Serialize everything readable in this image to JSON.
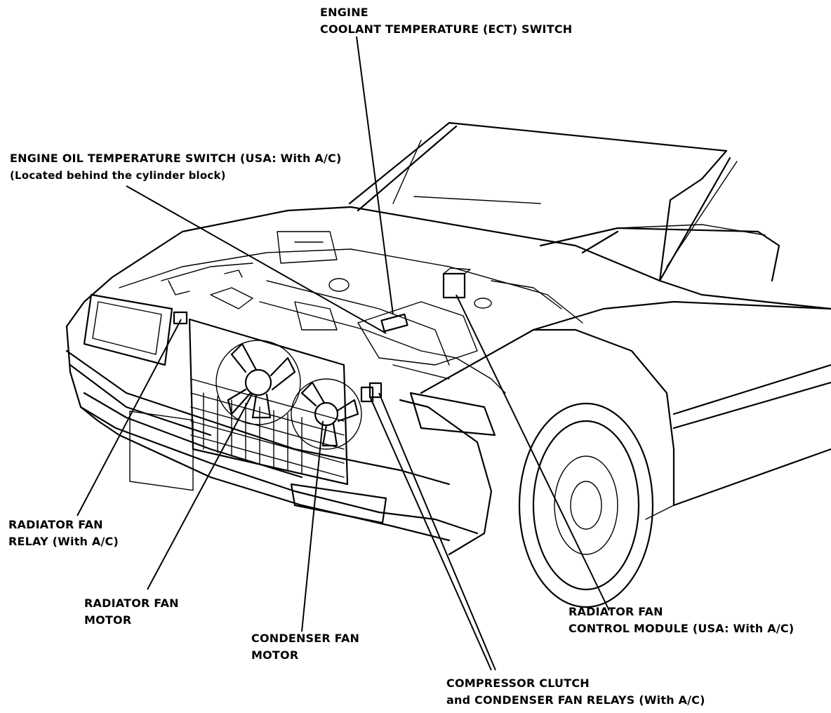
{
  "labels": {
    "ect_switch": [
      "ENGINE",
      "COOLANT TEMPERATURE (ECT) SWITCH"
    ],
    "oil_temp_switch": [
      "ENGINE OIL TEMPERATURE SWITCH (USA: With  A/C)",
      "(Located behind the cylinder block)"
    ],
    "radiator_fan_relay": [
      "RADIATOR FAN",
      "RELAY (With A/C)"
    ],
    "radiator_fan_motor": [
      "RADIATOR FAN",
      "MOTOR"
    ],
    "condenser_fan_motor": [
      "CONDENSER FAN",
      "MOTOR"
    ],
    "radiator_fan_control_module": [
      "RADIATOR FAN",
      "CONTROL MODULE (USA: With A/C)"
    ],
    "compressor_relays": [
      "COMPRESSOR CLUTCH",
      "and CONDENSER FAN RELAYS (With A/C)"
    ]
  },
  "icons": {
    "car": "car-front-engine-bay-illustration"
  }
}
